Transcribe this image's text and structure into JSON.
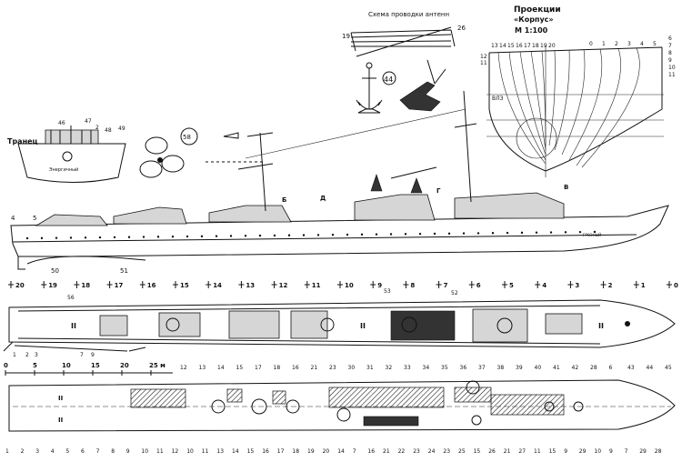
{
  "antenna_title": "Схема проводки антенн",
  "antenna_labels": [
    "19",
    "26"
  ],
  "projection_title": "Проекции",
  "projection_subtitle": "«Корпус»",
  "projection_scale": "М 1:100",
  "projection_frames_left": [
    "13",
    "14",
    "15",
    "16",
    "17",
    "18",
    "19",
    "20"
  ],
  "projection_frames_right": [
    "0",
    "1",
    "2",
    "3",
    "4",
    "5"
  ],
  "projection_side_left": [
    "12",
    "11"
  ],
  "projection_side_right": [
    "6",
    "7",
    "8",
    "9",
    "10",
    "11"
  ],
  "projection_note": "ВЛЗ",
  "stern_title": "Транец",
  "stern_labels": [
    "46",
    "47",
    "2",
    "48",
    "49"
  ],
  "stern_name": "Энергичный",
  "circle_numbers": [
    "58",
    "44"
  ],
  "section_markers": [
    "Б",
    "Д",
    "Г",
    "В"
  ],
  "profile_labels": [
    "4",
    "5",
    "50",
    "51"
  ],
  "hull_name_side": "ГРОЗНЫЙ",
  "frame_stations": [
    "20",
    "19",
    "18",
    "17",
    "16",
    "15",
    "14",
    "13",
    "12",
    "11",
    "10",
    "9",
    "8",
    "7",
    "6",
    "5",
    "4",
    "3",
    "2",
    "1",
    "0"
  ],
  "deck_top_labels": [
    "56",
    "53",
    "52"
  ],
  "deck_left_labels": [
    "1",
    "2",
    "3",
    "7",
    "9"
  ],
  "deck_bottom_labels": [
    "12",
    "13",
    "14",
    "15",
    "17",
    "18",
    "16",
    "21",
    "23",
    "30",
    "31",
    "32",
    "33",
    "34",
    "35",
    "36",
    "37",
    "38",
    "39",
    "40",
    "41",
    "42",
    "28",
    "6",
    "43",
    "44",
    "45"
  ],
  "deck_roman": [
    "II",
    "II",
    "II"
  ],
  "scale_bar": [
    "0",
    "5",
    "10",
    "15",
    "20",
    "25 м"
  ],
  "lower_deck_labels": [
    "1",
    "2",
    "3",
    "4",
    "5",
    "6",
    "7",
    "8",
    "9",
    "10",
    "11",
    "12",
    "10",
    "11",
    "13",
    "14",
    "15",
    "16",
    "17",
    "18",
    "19",
    "20",
    "14",
    "7",
    "16",
    "21",
    "22",
    "23",
    "24",
    "23",
    "25",
    "15",
    "26",
    "21",
    "27",
    "11",
    "15",
    "9",
    "29",
    "10",
    "9",
    "7",
    "29",
    "28"
  ],
  "lower_roman": [
    "II",
    "II"
  ]
}
